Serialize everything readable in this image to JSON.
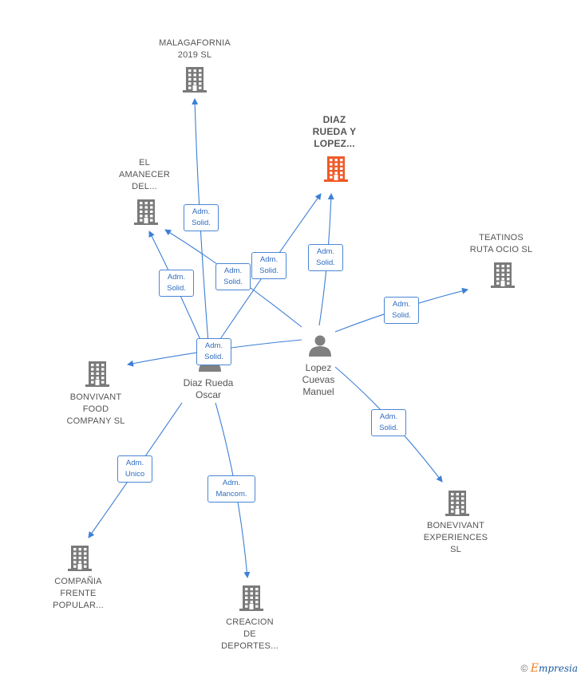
{
  "colors": {
    "building": "#7a7a7a",
    "highlight": "#f05a28",
    "edge": "#3d7fd6",
    "person": "#808080"
  },
  "companies": [
    {
      "id": "malagafornia",
      "label": "MALAGAFORNIA\n2019  SL",
      "highlight": false
    },
    {
      "id": "diaz_rueda_lopez",
      "label": "DIAZ\nRUEDA Y\nLOPEZ...",
      "highlight": true
    },
    {
      "id": "el_amanecer",
      "label": "EL\nAMANECER\nDEL...",
      "highlight": false
    },
    {
      "id": "teatinos",
      "label": "TEATINOS\nRUTA OCIO  SL",
      "highlight": false
    },
    {
      "id": "bonvivant_food",
      "label": "BONVIVANT\nFOOD\nCOMPANY  SL",
      "highlight": false
    },
    {
      "id": "bonevivant_exp",
      "label": "BONEVIVANT\nEXPERIENCES\nSL",
      "highlight": false
    },
    {
      "id": "compania_frente",
      "label": "COMPAÑIA\nFRENTE\nPOPULAR...",
      "highlight": false
    },
    {
      "id": "creacion_deportes",
      "label": "CREACION\nDE\nDEPORTES...",
      "highlight": false
    }
  ],
  "people": [
    {
      "id": "diaz_rueda_oscar",
      "label": "Diaz Rueda\nOscar"
    },
    {
      "id": "lopez_cuevas",
      "label": "Lopez\nCuevas\nManuel"
    }
  ],
  "edges": [
    {
      "from": "diaz_rueda_oscar",
      "to": "malagafornia",
      "label": "Adm.\nSolid."
    },
    {
      "from": "diaz_rueda_oscar",
      "to": "el_amanecer",
      "label": "Adm.\nSolid."
    },
    {
      "from": "diaz_rueda_oscar",
      "to": "diaz_rueda_lopez",
      "label": "Adm.\nSolid."
    },
    {
      "from": "diaz_rueda_oscar",
      "to": "compania_frente",
      "label": "Adm.\nUnico"
    },
    {
      "from": "diaz_rueda_oscar",
      "to": "creacion_deportes",
      "label": "Adm.\nMancom."
    },
    {
      "from": "lopez_cuevas",
      "to": "el_amanecer",
      "label": "Adm.\nSolid."
    },
    {
      "from": "lopez_cuevas",
      "to": "diaz_rueda_lopez",
      "label": "Adm.\nSolid."
    },
    {
      "from": "lopez_cuevas",
      "to": "teatinos",
      "label": "Adm.\nSolid."
    },
    {
      "from": "lopez_cuevas",
      "to": "bonvivant_food",
      "label": "Adm.\nSolid."
    },
    {
      "from": "lopez_cuevas",
      "to": "bonevivant_exp",
      "label": "Adm.\nSolid."
    }
  ],
  "footer": {
    "copyright": "©",
    "brand_first": "E",
    "brand_rest": "mpresia"
  }
}
